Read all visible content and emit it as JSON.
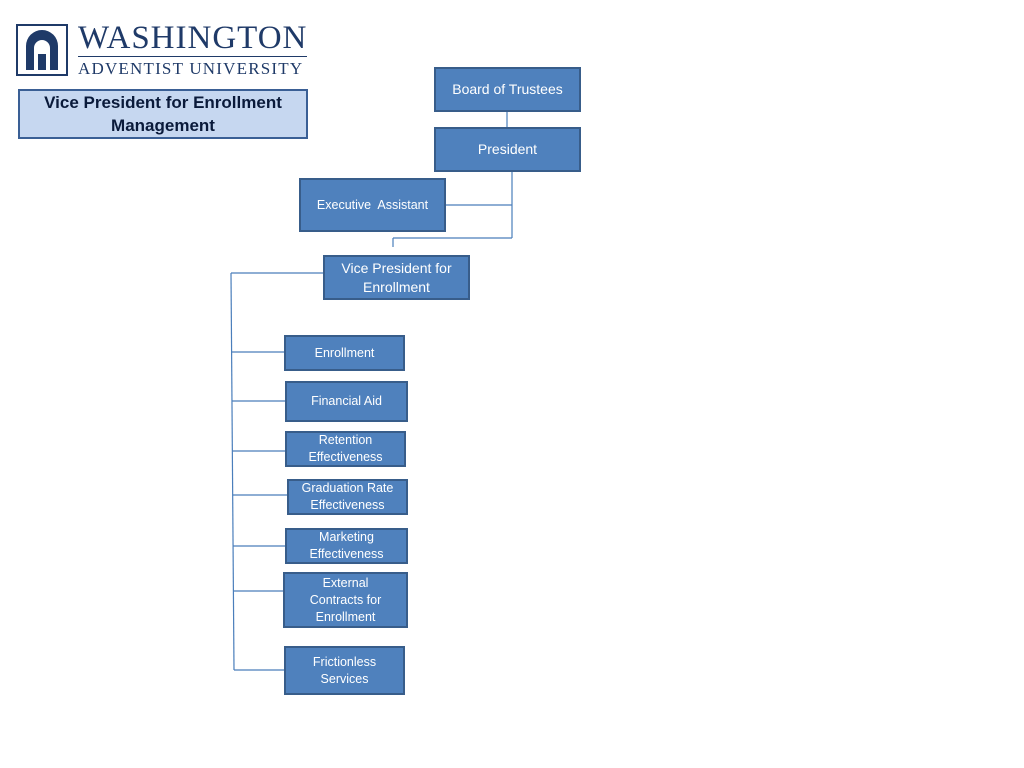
{
  "logo": {
    "name_line1": "WASHINGTON",
    "name_line2": "ADVENTIST UNIVERSITY",
    "icon": "arch-icon",
    "color": "#1f3a68"
  },
  "title": "Vice President for Enrollment Management",
  "colors": {
    "node_fill": "#4f81bd",
    "node_border": "#385d8a",
    "title_fill": "#c6d7f0",
    "connector": "#4a7ebb"
  },
  "nodes": {
    "board": "Board of Trustees",
    "president": "President",
    "exec_assistant": "Executive  Assistant",
    "vp": "Vice President for\nEnrollment",
    "enrollment": "Enrollment",
    "financial_aid": "Financial Aid",
    "retention": "Retention\nEffectiveness",
    "graduation": "Graduation Rate\nEffectiveness",
    "marketing": "Marketing\nEffectiveness",
    "external": "External\nContracts for\nEnrollment",
    "frictionless": "Frictionless\nServices"
  }
}
